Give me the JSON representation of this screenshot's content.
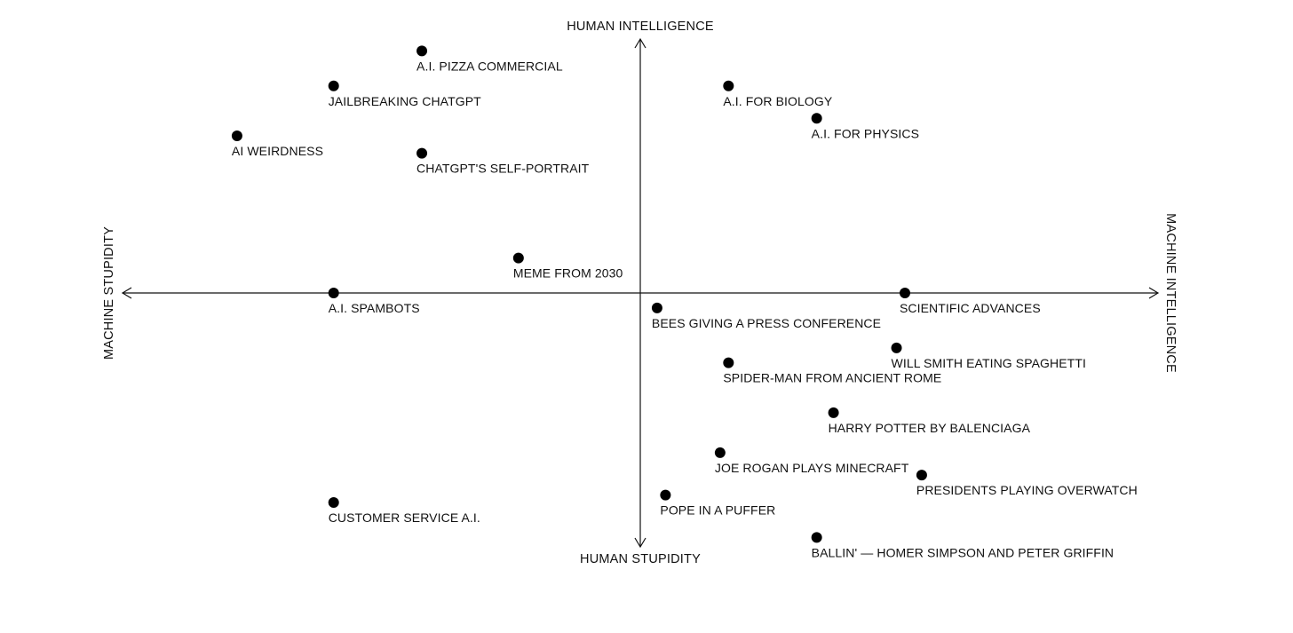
{
  "chart_data": {
    "type": "scatter",
    "axes": {
      "x_positive": "MACHINE INTELLIGENCE",
      "x_negative": "MACHINE STUPIDITY",
      "y_positive": "HUMAN INTELLIGENCE",
      "y_negative": "HUMAN STUPIDITY"
    },
    "xlim": [
      -10,
      10
    ],
    "ylim": [
      -10,
      10
    ],
    "grid": false,
    "dot_color": "#000000",
    "points": [
      {
        "label": "A.I. PIZZA COMMERCIAL",
        "x": -5.2,
        "y": 9.7
      },
      {
        "label": "JAILBREAKING CHATGPT",
        "x": -7.3,
        "y": 8.3
      },
      {
        "label": "AI WEIRDNESS",
        "x": -9.6,
        "y": 6.3
      },
      {
        "label": "CHATGPT'S SELF-PORTRAIT",
        "x": -5.2,
        "y": 5.6
      },
      {
        "label": "MEME FROM 2030",
        "x": -2.9,
        "y": 1.4
      },
      {
        "label": "A.I. SPAMBOTS",
        "x": -7.3,
        "y": 0.0
      },
      {
        "label": "CUSTOMER SERVICE A.I.",
        "x": -7.3,
        "y": -8.4
      },
      {
        "label": "A.I. FOR BIOLOGY",
        "x": 2.1,
        "y": 8.3
      },
      {
        "label": "A.I. FOR PHYSICS",
        "x": 4.2,
        "y": 7.0
      },
      {
        "label": "SCIENTIFIC ADVANCES",
        "x": 6.3,
        "y": 0.0
      },
      {
        "label": "BEES GIVING A PRESS CONFERENCE",
        "x": 0.4,
        "y": -0.6
      },
      {
        "label": "WILL SMITH EATING SPAGHETTI",
        "x": 6.1,
        "y": -2.2
      },
      {
        "label": "SPIDER-MAN FROM ANCIENT ROME",
        "x": 2.1,
        "y": -2.8
      },
      {
        "label": "HARRY POTTER BY BALENCIAGA",
        "x": 4.6,
        "y": -4.8
      },
      {
        "label": "JOE ROGAN PLAYS MINECRAFT",
        "x": 1.9,
        "y": -6.4
      },
      {
        "label": "PRESIDENTS PLAYING OVERWATCH",
        "x": 6.7,
        "y": -7.3
      },
      {
        "label": "POPE IN A PUFFER",
        "x": 0.6,
        "y": -8.1
      },
      {
        "label": "BALLIN' — HOMER SIMPSON AND PETER GRIFFIN",
        "x": 4.2,
        "y": -9.8
      }
    ]
  }
}
